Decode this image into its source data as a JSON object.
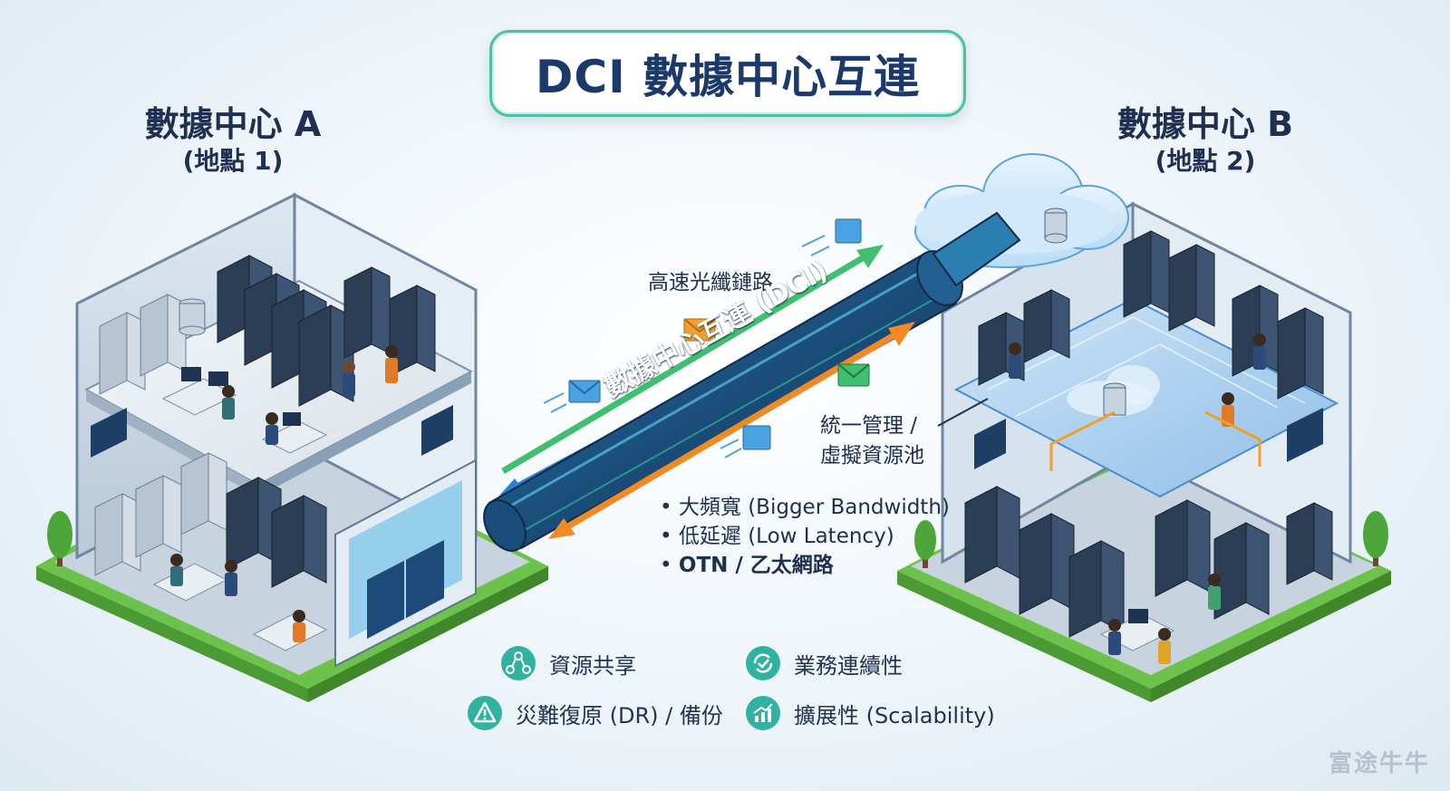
{
  "title": "DCI 數據中心互連",
  "dc_a": {
    "name": "數據中心 A",
    "location": "(地點 1)"
  },
  "dc_b": {
    "name": "數據中心 B",
    "location": "(地點 2)"
  },
  "link_label": "高速光纖鏈路",
  "pipe_label": "數據中心互連 (DCI)",
  "virtual_label_1": "統一管理 /",
  "virtual_label_2": "虛擬資源池",
  "bullets": [
    {
      "bullet": "•",
      "text": "大頻寬 (Bigger Bandwidth)"
    },
    {
      "bullet": "•",
      "text": "低延遲 (Low Latency)"
    },
    {
      "bullet": "•",
      "text": "OTN / 乙太網路"
    }
  ],
  "features": [
    {
      "label": "資源共享",
      "icon": "share-nodes-icon"
    },
    {
      "label": "業務連續性",
      "icon": "refresh-check-icon"
    },
    {
      "label": "災難復原 (DR) / 備份",
      "icon": "warning-triangle-icon"
    },
    {
      "label": "擴展性 (Scalability)",
      "icon": "growth-chart-icon"
    }
  ],
  "watermark": "富途牛牛",
  "colors": {
    "teal": "#2fb3a0",
    "navy": "#1b3a6b",
    "orange": "#f08a24",
    "green": "#3fbf6f",
    "blue": "#2c7fd1",
    "grass": "#6cc24a"
  }
}
